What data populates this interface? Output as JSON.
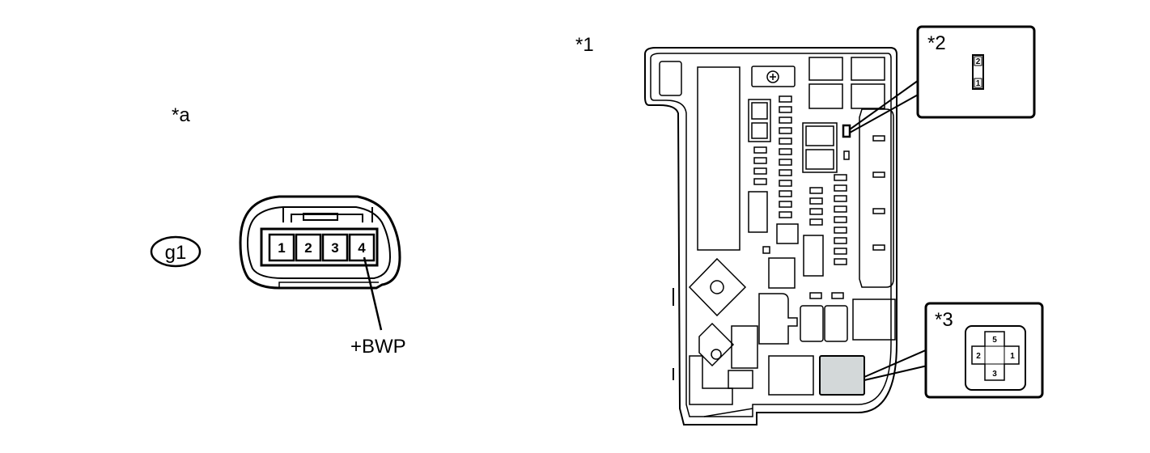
{
  "labels": {
    "view_a": "*a",
    "ref_1": "*1",
    "ref_2": "*2",
    "ref_3": "*3",
    "connector_code": "g1",
    "terminal_name": "+BWP"
  },
  "connector_g1": {
    "pins": [
      "1",
      "2",
      "3",
      "4"
    ]
  },
  "detail_2": {
    "pins": [
      "2",
      "1"
    ]
  },
  "detail_3": {
    "pins": {
      "top": "5",
      "left": "2",
      "right": "1",
      "bottom": "3"
    }
  },
  "colors": {
    "line": "#000000",
    "highlight_fill": "#d3d8d9",
    "background": "#ffffff"
  }
}
